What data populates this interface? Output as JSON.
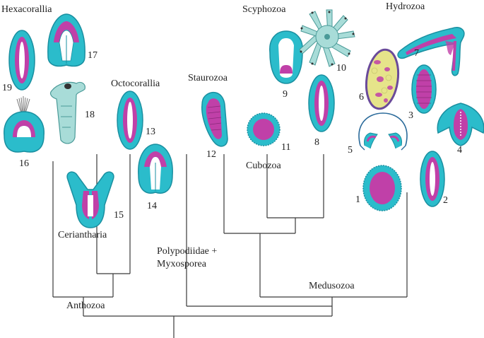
{
  "labels": {
    "hexacorallia": "Hexacorallia",
    "octocorallia": "Octocorallia",
    "ceriantharia": "Ceriantharia",
    "anthozoa": "Anthozoa",
    "staurozoa": "Staurozoa",
    "cubozoa": "Cubozoa",
    "scyphozoa": "Scyphozoa",
    "hydrozoa": "Hydrozoa",
    "medusozoa": "Medusozoa",
    "polypodiidae_line1": "Polypodiidae +",
    "polypodiidae_line2": "Myxosporea"
  },
  "specimens": {
    "n1": "1",
    "n2": "2",
    "n3": "3",
    "n4": "4",
    "n5": "5",
    "n6": "6",
    "n7": "7",
    "n8": "8",
    "n9": "9",
    "n10": "10",
    "n11": "11",
    "n12": "12",
    "n13": "13",
    "n14": "14",
    "n15": "15",
    "n16": "16",
    "n17": "17",
    "n18": "18",
    "n19": "19"
  },
  "colors": {
    "ectoderm": "#2bbccb",
    "ectoderm_edge": "#1a8fa0",
    "endoderm": "#c040a8",
    "endoderm_edge": "#8a2a7a",
    "pale_polyp": "#a8dcd8",
    "yolk": "#e6e48a",
    "tree": "#3a3a3a"
  }
}
